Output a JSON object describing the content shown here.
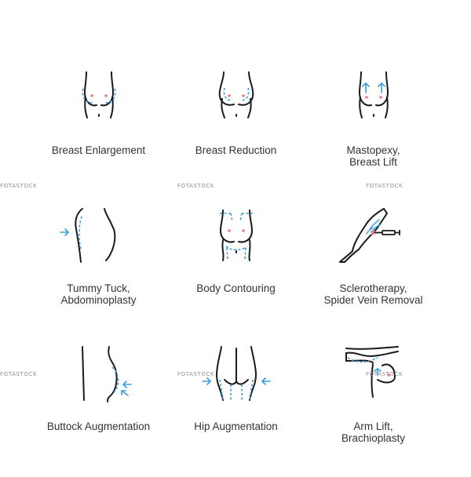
{
  "colors": {
    "line": "#1a1a1a",
    "accent": "#3b9ddb",
    "nipple": "#f07c7c"
  },
  "watermark": "FOTASTOCK",
  "procedures": [
    {
      "id": "breast-enlargement",
      "icon": "breast-enlargement-icon",
      "lines": [
        "Breast Enlargement"
      ]
    },
    {
      "id": "breast-reduction",
      "icon": "breast-reduction-icon",
      "lines": [
        "Breast Reduction"
      ]
    },
    {
      "id": "mastopexy",
      "icon": "breast-lift-icon",
      "lines": [
        "Mastopexy,",
        "Breast Lift"
      ]
    },
    {
      "id": "tummy-tuck",
      "icon": "tummy-tuck-icon",
      "lines": [
        "Tummy Tuck,",
        "Abdominoplasty"
      ]
    },
    {
      "id": "body-contouring",
      "icon": "body-contouring-icon",
      "lines": [
        "Body Contouring"
      ]
    },
    {
      "id": "sclerotherapy",
      "icon": "leg-syringe-icon",
      "lines": [
        "Sclerotherapy,",
        "Spider Vein Removal"
      ]
    },
    {
      "id": "buttock-augmentation",
      "icon": "buttock-icon",
      "lines": [
        "Buttock Augmentation"
      ]
    },
    {
      "id": "hip-augmentation",
      "icon": "hips-icon",
      "lines": [
        "Hip Augmentation"
      ]
    },
    {
      "id": "arm-lift",
      "icon": "arm-lift-icon",
      "lines": [
        "Arm Lift,",
        "Brachioplasty"
      ]
    }
  ]
}
